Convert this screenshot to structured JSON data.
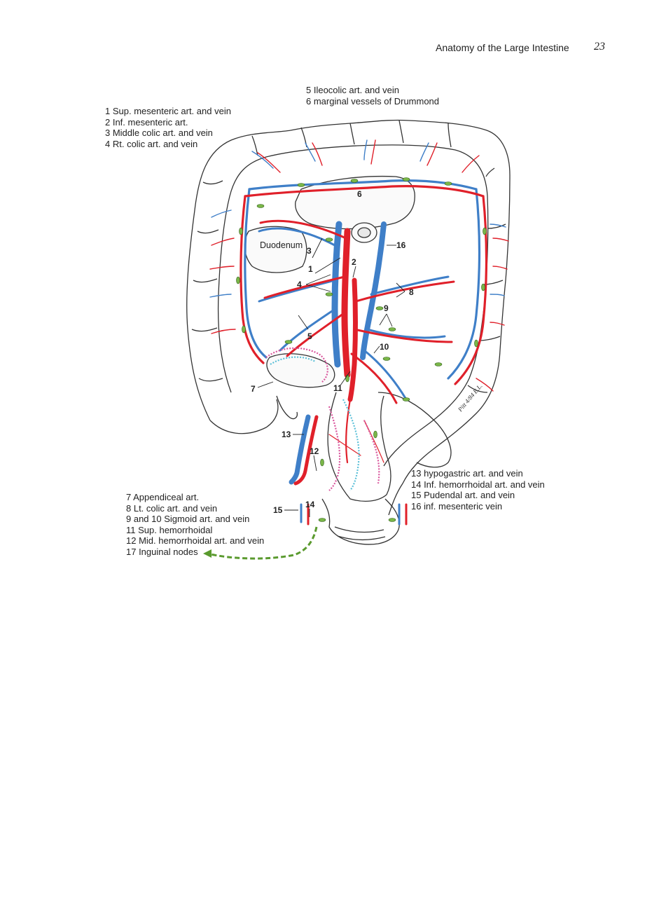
{
  "running_head": {
    "title": "Anatomy of the Large Intestine",
    "page_number": "23"
  },
  "legend_top_left": [
    "1 Sup. mesenteric art. and vein",
    "2 Inf. mesenteric art.",
    "3 Middle colic art. and vein",
    "4 Rt. colic art. and vein"
  ],
  "legend_top_center": [
    "5 Ileocolic art. and vein",
    "6 marginal vessels of Drummond"
  ],
  "legend_bottom_right": [
    "13 hypogastric art. and vein",
    "14 Inf. hemorrhoidal art. and vein",
    "15 Pudendal art. and vein",
    "16 inf. mesenteric vein"
  ],
  "legend_bottom_left": [
    "7 Appendiceal art.",
    "8 Lt. colic art. and vein",
    "9 and 10 Sigmoid art. and vein",
    "11 Sup. hemorrhoidal",
    "12 Mid. hemorrhoidal art. and vein",
    "17 Inguinal nodes"
  ],
  "figure": {
    "duodenum_label": "Duodenum",
    "callouts": [
      "1",
      "2",
      "3",
      "4",
      "5",
      "6",
      "7",
      "8",
      "9",
      "10",
      "11",
      "12",
      "13",
      "14",
      "15",
      "16"
    ],
    "artist_signature": "Pitt 4/84 E.L.",
    "colors": {
      "artery": "#e0202a",
      "vein": "#3f7fc8",
      "lymph_node": "#7ab648",
      "lymphatic_pink": "#d9559c",
      "lymphatic_cyan": "#5cc0d8",
      "outline": "#333333"
    }
  }
}
